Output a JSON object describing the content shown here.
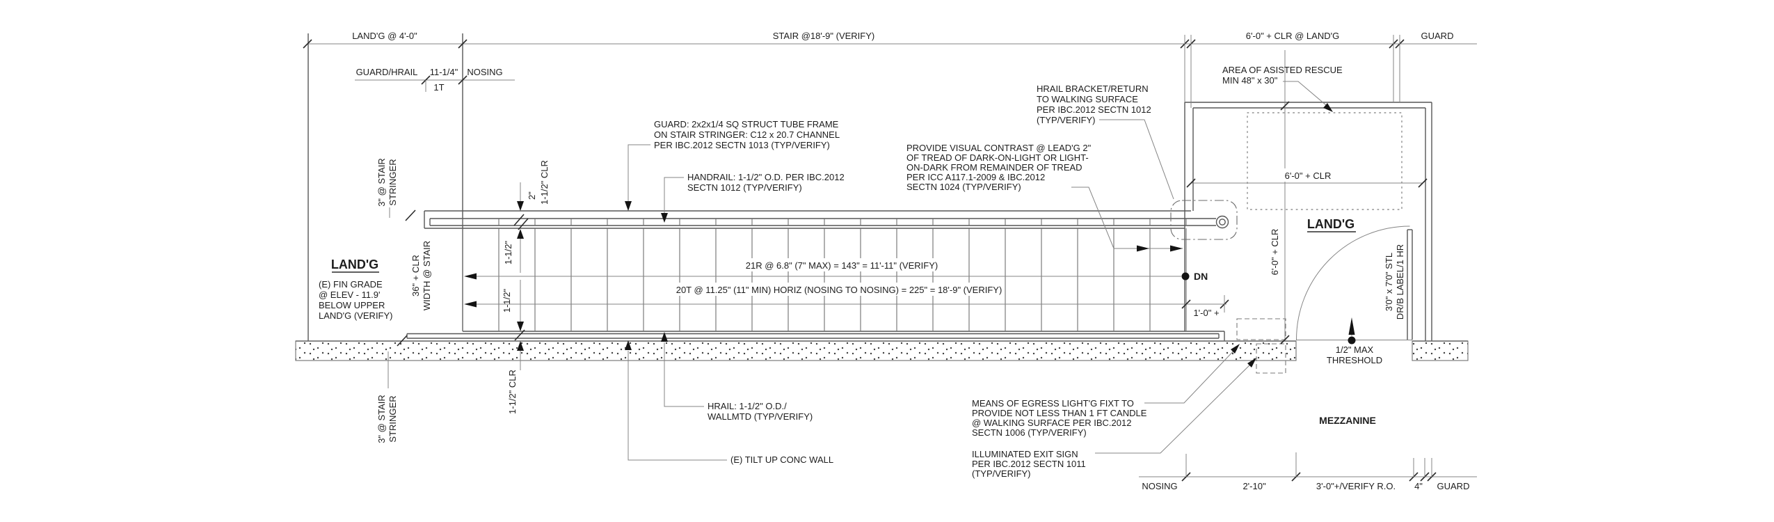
{
  "colors": {
    "line": "#565656",
    "thin": "#848484",
    "text": "#1d1d1d",
    "background": "#ffffff"
  },
  "top_dims": {
    "landing": "LAND'G @ 4'-0\"",
    "stair": "STAIR @18'-9\" (VERIFY)",
    "clr_landing": "6'-0\" + CLR @ LAND'G",
    "guard": "GUARD"
  },
  "sub_dims": {
    "guard_hrail": "GUARD/HRAIL",
    "eleven_quarter": "11-1/4\"",
    "nosing": "NOSING",
    "one_tread": "1T"
  },
  "stair_dims": {
    "risers": "21R @ 6.8\" (7\" MAX) = 143\" = 11'-11\" (VERIFY)",
    "treads": "20T @ 11.25\" (11\" MIN) HORIZ (NOSING TO NOSING) = 225\" = 18'-9\" (VERIFY)",
    "down": "DN",
    "one_foot": "1'-0\" +"
  },
  "left_dims": {
    "two": "2\"",
    "clr_top": "1-1/2\" CLR",
    "rail": "1-1/2\"",
    "stringer": "1-1/2\"",
    "clr_bottom": "1-1/2\" CLR",
    "stringer_top": [
      "3\" @ STAIR",
      "STRINGER"
    ],
    "width": [
      "36\" + CLR",
      "WIDTH @ STAIR"
    ],
    "stringer_bottom": [
      "3\" @ STAIR",
      "STRINGER"
    ]
  },
  "left_landing": {
    "label": "LAND'G",
    "note": [
      "(E) FIN GRADE",
      "@ ELEV - 11.9'",
      "BELOW UPPER",
      "LAND'G (VERIFY)"
    ]
  },
  "right_landing": {
    "label": "LAND'G",
    "clr": "6'-0\" + CLR",
    "clr_vert": "6'-0\" + CLR",
    "door": [
      "3'0\" x 7'0\" STL",
      "DR/B LABEL/1 HR"
    ],
    "threshold": [
      "1/2\" MAX",
      "THRESHOLD"
    ],
    "mezzanine": "MEZZANINE"
  },
  "bottom_dims": {
    "nosing": "NOSING",
    "run": "2'-10\"",
    "ro": "3'-0\"+/VERIFY R.O.",
    "four": "4\"",
    "guard": "GUARD"
  },
  "notes": {
    "guard": [
      "GUARD: 2x2x1/4 SQ STRUCT TUBE FRAME",
      "ON STAIR STRINGER: C12 x 20.7 CHANNEL",
      "PER IBC.2012 SECTN 1013 (TYP/VERIFY)"
    ],
    "handrail": [
      "HANDRAIL: 1-1/2\" O.D. PER IBC.2012",
      "SECTN 1012 (TYP/VERIFY)"
    ],
    "hrail_bracket": [
      "HRAIL BRACKET/RETURN",
      "TO WALKING SURFACE",
      "PER IBC.2012 SECTN 1012",
      "(TYP/VERIFY)"
    ],
    "visual_contrast": [
      "PROVIDE VISUAL CONTRAST @ LEAD'G 2\"",
      "OF TREAD OF DARK-ON-LIGHT OR LIGHT-",
      "ON-DARK FROM REMAINDER OF TREAD",
      "PER ICC A117.1-2009 & IBC.2012",
      "SECTN 1024 (TYP/VERIFY)"
    ],
    "area_rescue": [
      "AREA OF ASISTED RESCUE",
      "MIN 48\" x 30\""
    ],
    "egress_light": [
      "MEANS OF EGRESS LIGHT'G FIXT TO",
      "PROVIDE NOT LESS THAN 1 FT CANDLE",
      "@ WALKING SURFACE PER IBC.2012",
      "SECTN 1006 (TYP/VERIFY)"
    ],
    "exit_sign": [
      "ILLUMINATED EXIT SIGN",
      "PER IBC.2012 SECTN 1011",
      "(TYP/VERIFY)"
    ],
    "hrail_wall": [
      "HRAIL: 1-1/2\" O.D./",
      "WALLMTD (TYP/VERIFY)"
    ],
    "conc_wall": "(E) TILT UP CONC WALL"
  }
}
